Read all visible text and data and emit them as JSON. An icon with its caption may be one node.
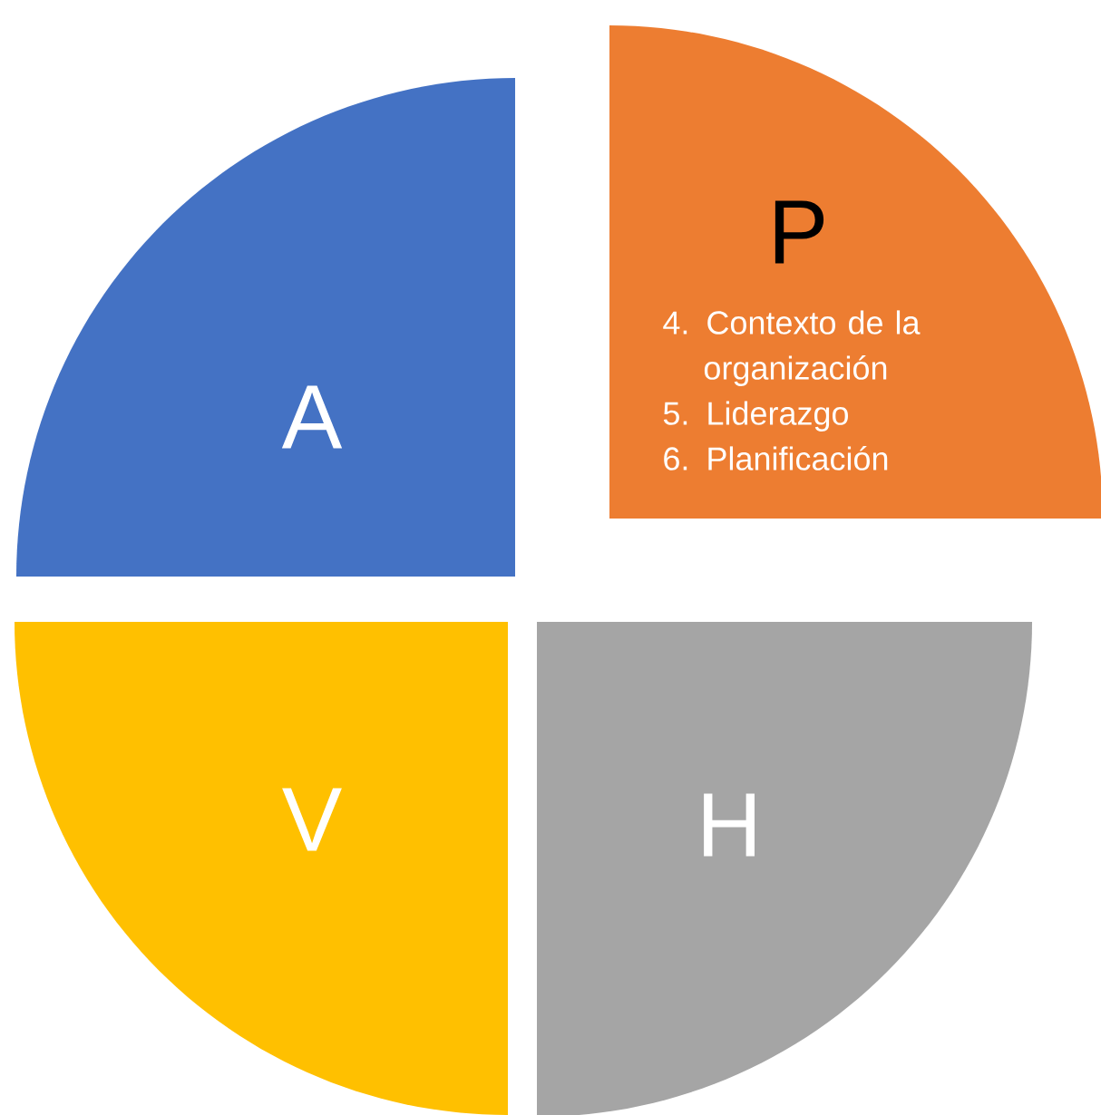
{
  "diagram": {
    "nodes": [
      {
        "text": [
          "A"
        ]
      },
      {
        "text": [
          "P",
          "4. Contexto de la organización",
          "5. Liderazgo",
          "6. Planificación"
        ]
      },
      {
        "text": [
          "V"
        ]
      },
      {
        "text": [
          "H"
        ]
      }
    ]
  }
}
